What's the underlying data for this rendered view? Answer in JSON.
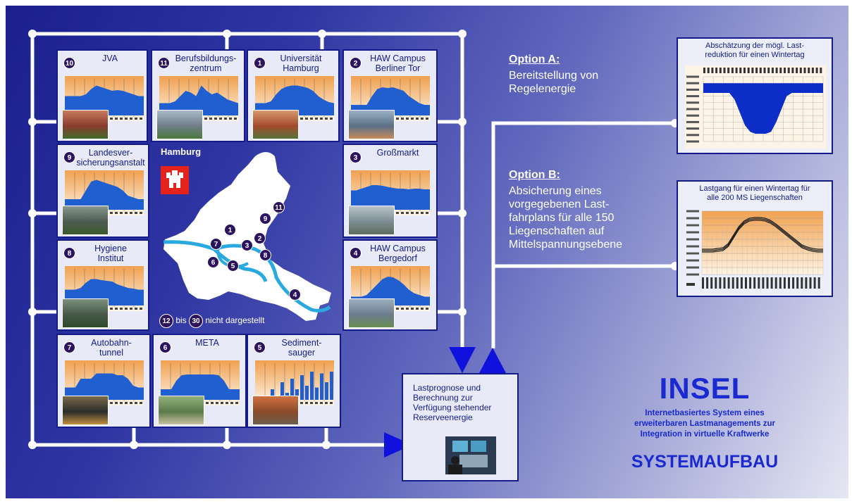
{
  "title": {
    "brand": "INSEL",
    "subtitle": "Internetbasiertes System eines\nerweiterbaren Lastmanagements zur\nIntegration in virtuelle Kraftwerke",
    "section": "SYSTEMAUFBAU"
  },
  "map": {
    "city_label": "Hamburg",
    "markers": [
      "1",
      "2",
      "3",
      "4",
      "5",
      "6",
      "7",
      "8",
      "9",
      "11"
    ],
    "note_from": "12",
    "note_mid": "bis",
    "note_to": "30",
    "note_text": "nicht dargestellt"
  },
  "sites": [
    {
      "num": "10",
      "name": "JVA"
    },
    {
      "num": "11",
      "name": "Berufsbildungs-\nzentrum"
    },
    {
      "num": "1",
      "name": "Universität\nHamburg"
    },
    {
      "num": "2",
      "name": "HAW Campus\nBerliner Tor"
    },
    {
      "num": "9",
      "name": "Landesver-\nsicherungsanstalt"
    },
    {
      "num": "3",
      "name": "Großmarkt"
    },
    {
      "num": "8",
      "name": "Hygiene\nInstitut"
    },
    {
      "num": "4",
      "name": "HAW Campus\nBergedorf"
    },
    {
      "num": "7",
      "name": "Autobahn-\ntunnel"
    },
    {
      "num": "6",
      "name": "META"
    },
    {
      "num": "5",
      "name": "Sediment-\nsauger"
    }
  ],
  "forecast": {
    "text": "Lastprognose und\nBerechnung zur\nVerfügung stehender\nReserveenergie"
  },
  "options": {
    "a": {
      "heading": "Option A:",
      "text": "Bereitstellung von\nRegelenergie"
    },
    "b": {
      "heading": "Option B:",
      "text": "Absicherung eines\nvorgegebenen Last-\nfahrplans für alle 150\nLiegenschaften auf\nMittelspannungsebene"
    }
  },
  "charts_right": {
    "a_title": "Abschätzung der mögl. Last-\nreduktion für einen Wintertag",
    "b_title": "Lastgang für einen Wintertag für\nalle 200 MS Liegenschaften"
  },
  "colors": {
    "accent": "#141a8a",
    "wire": "#ffffff",
    "arrow": "#1111dd",
    "load_fill": "#1f5fd0",
    "chart_bg_top": "#f0a050",
    "chart_bg_bottom": "#fff7ea",
    "badge": "#2b1360",
    "flag": "#e4231d",
    "river": "#2aa8e0",
    "brand": "#1a2ad0"
  },
  "chart_data": [
    {
      "id": "jva",
      "type": "area",
      "estimated": true,
      "values": [
        0.55,
        0.55,
        0.55,
        0.55,
        0.6,
        0.75,
        0.85,
        0.8,
        0.75,
        0.7,
        0.72,
        0.7,
        0.65,
        0.6,
        0.55,
        0.55
      ]
    },
    {
      "id": "bbz",
      "type": "area",
      "estimated": true,
      "values": [
        0.35,
        0.35,
        0.35,
        0.4,
        0.55,
        0.7,
        0.65,
        0.55,
        0.85,
        0.7,
        0.6,
        0.65,
        0.55,
        0.45,
        0.4,
        0.35
      ]
    },
    {
      "id": "uni",
      "type": "area",
      "estimated": true,
      "values": [
        0.35,
        0.35,
        0.35,
        0.4,
        0.6,
        0.75,
        0.82,
        0.85,
        0.85,
        0.82,
        0.78,
        0.7,
        0.55,
        0.45,
        0.38,
        0.35
      ]
    },
    {
      "id": "haw_bt",
      "type": "area",
      "estimated": true,
      "values": [
        0.3,
        0.3,
        0.3,
        0.3,
        0.55,
        0.75,
        0.8,
        0.78,
        0.8,
        0.75,
        0.7,
        0.55,
        0.45,
        0.35,
        0.3,
        0.3
      ]
    },
    {
      "id": "lva",
      "type": "area",
      "estimated": true,
      "values": [
        0.3,
        0.3,
        0.3,
        0.3,
        0.55,
        0.8,
        0.85,
        0.8,
        0.75,
        0.7,
        0.65,
        0.55,
        0.4,
        0.35,
        0.3,
        0.3
      ]
    },
    {
      "id": "grossmarkt",
      "type": "area",
      "estimated": true,
      "values": [
        0.55,
        0.55,
        0.6,
        0.65,
        0.7,
        0.7,
        0.68,
        0.65,
        0.62,
        0.6,
        0.6,
        0.58,
        0.6,
        0.6,
        0.58,
        0.58
      ]
    },
    {
      "id": "hygiene",
      "type": "area",
      "estimated": true,
      "values": [
        0.45,
        0.45,
        0.45,
        0.5,
        0.65,
        0.75,
        0.75,
        0.72,
        0.7,
        0.68,
        0.6,
        0.55,
        0.5,
        0.48,
        0.45,
        0.45
      ]
    },
    {
      "id": "haw_bd",
      "type": "area",
      "estimated": true,
      "values": [
        0.25,
        0.25,
        0.25,
        0.3,
        0.45,
        0.6,
        0.75,
        0.82,
        0.8,
        0.72,
        0.6,
        0.45,
        0.35,
        0.3,
        0.25,
        0.25
      ]
    },
    {
      "id": "tunnel",
      "type": "area",
      "estimated": true,
      "values": [
        0.35,
        0.35,
        0.35,
        0.6,
        0.6,
        0.6,
        0.75,
        0.75,
        0.75,
        0.75,
        0.7,
        0.7,
        0.6,
        0.4,
        0.35,
        0.35
      ]
    },
    {
      "id": "meta",
      "type": "area",
      "estimated": true,
      "values": [
        0.3,
        0.3,
        0.3,
        0.55,
        0.7,
        0.72,
        0.72,
        0.72,
        0.72,
        0.72,
        0.72,
        0.7,
        0.55,
        0.3,
        0.3,
        0.3
      ]
    },
    {
      "id": "sediment",
      "type": "bar",
      "estimated": true,
      "values": [
        0.05,
        0.1,
        0.05,
        0.3,
        0.1,
        0.5,
        0.2,
        0.6,
        0.3,
        0.7,
        0.4,
        0.8,
        0.35,
        0.75,
        0.5,
        0.8
      ]
    },
    {
      "id": "option_a",
      "type": "area",
      "estimated": true,
      "ylim": [
        -9000,
        1000
      ],
      "values": [
        -1500,
        -1500,
        -1500,
        -1500,
        -1500,
        -1500,
        -2500,
        -4500,
        -6500,
        -7500,
        -7800,
        -7800,
        -7800,
        -7500,
        -6000,
        -4000,
        -2000,
        -1500,
        -1500,
        -1500,
        -1500,
        -1500,
        -1500,
        -1500
      ]
    },
    {
      "id": "option_b",
      "type": "line",
      "estimated": true,
      "ylim": [
        0,
        45000
      ],
      "series": [
        {
          "values": [
            18000,
            18000,
            18000,
            18500,
            19000,
            22000,
            28000,
            34000,
            38000,
            40000,
            40500,
            40500,
            40000,
            38500,
            36000,
            33000,
            30000,
            27000,
            24000,
            21000,
            19500,
            18500,
            18000,
            18000
          ]
        },
        {
          "values": [
            17000,
            17000,
            17000,
            17500,
            18000,
            21000,
            27000,
            33000,
            37000,
            39000,
            39500,
            39500,
            39000,
            37500,
            35000,
            32000,
            29000,
            26000,
            23000,
            20000,
            18500,
            17500,
            17000,
            17000
          ]
        },
        {
          "values": [
            16000,
            16000,
            16000,
            16500,
            17000,
            20000,
            26000,
            32000,
            36000,
            38000,
            38500,
            38500,
            38000,
            36500,
            34000,
            31000,
            28000,
            25000,
            22000,
            19000,
            17500,
            16500,
            16000,
            16000
          ]
        }
      ]
    }
  ]
}
